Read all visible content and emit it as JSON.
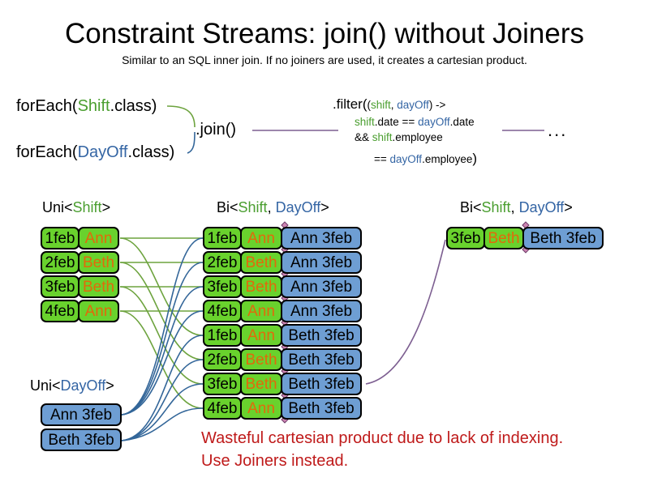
{
  "colors": {
    "box-green": "#69d22d",
    "box-blue": "#6e9ed3",
    "text-green": "#4a9e2f",
    "text-blue": "#3465a4",
    "text-orange": "#e2690b",
    "note-red": "#bf1a1a",
    "line-green": "#6da33e",
    "line-blue": "#336699",
    "line-purple": "#7d5f91",
    "diamond-pink": "#cc85b1",
    "diamond-border": "#6d3a68"
  },
  "title": "Constraint Streams: join() without Joiners",
  "subtitle": "Similar to an SQL inner join. If no joiners are used, it creates a cartesian product.",
  "code": {
    "foreach_shift": {
      "pre": "forEach(",
      "cls": "Shift",
      "post": ".class)"
    },
    "foreach_dayoff": {
      "pre": "forEach(",
      "cls": "DayOff",
      "post": ".class)"
    },
    "join_label": ".join()",
    "filter": {
      "method": ".filter(",
      "p_open": "(",
      "arg1": "shift",
      "comma": ", ",
      "arg2": "dayOff",
      "arrow": ") ->",
      "l2_shift": "shift",
      "l2_mid": ".date == ",
      "l2_dayoff": "dayOff",
      "l2_end": ".date",
      "l3_and": "&& ",
      "l3_shift": "shift",
      "l3_end": ".employee",
      "l4_eq": "== ",
      "l4_dayoff": "dayOff",
      "l4_end": ".employee",
      "close_paren": ")"
    },
    "ellipsis": "..."
  },
  "headers": {
    "uni_shift": {
      "pre": "Uni<",
      "type": "Shift",
      "post": ">"
    },
    "uni_dayoff": {
      "pre": "Uni<",
      "type": "DayOff",
      "post": ">"
    },
    "bi_middle": {
      "pre": "Bi<",
      "type1": "Shift",
      "comma": ", ",
      "type2": "DayOff",
      "post": ">"
    },
    "bi_right": {
      "pre": "Bi<",
      "type1": "Shift",
      "comma": ", ",
      "type2": "DayOff",
      "post": ">"
    }
  },
  "shifts": [
    {
      "date": "1feb",
      "employee": "Ann"
    },
    {
      "date": "2feb",
      "employee": "Beth"
    },
    {
      "date": "3feb",
      "employee": "Beth"
    },
    {
      "date": "4feb",
      "employee": "Ann"
    }
  ],
  "dayoffs": [
    {
      "label": "Ann 3feb"
    },
    {
      "label": "Beth 3feb"
    }
  ],
  "bi_rows": [
    {
      "date": "1feb",
      "employee": "Ann",
      "dayoff": "Ann 3feb"
    },
    {
      "date": "2feb",
      "employee": "Beth",
      "dayoff": "Ann 3feb"
    },
    {
      "date": "3feb",
      "employee": "Beth",
      "dayoff": "Ann 3feb"
    },
    {
      "date": "4feb",
      "employee": "Ann",
      "dayoff": "Ann 3feb"
    },
    {
      "date": "1feb",
      "employee": "Ann",
      "dayoff": "Beth 3feb"
    },
    {
      "date": "2feb",
      "employee": "Beth",
      "dayoff": "Beth 3feb"
    },
    {
      "date": "3feb",
      "employee": "Beth",
      "dayoff": "Beth 3feb"
    },
    {
      "date": "4feb",
      "employee": "Ann",
      "dayoff": "Beth 3feb"
    }
  ],
  "bi_right_row": {
    "date": "3feb",
    "employee": "Beth",
    "dayoff": "Beth 3feb"
  },
  "note": {
    "line1": "Wasteful cartesian product due to lack of indexing.",
    "line2": "Use Joiners instead."
  }
}
